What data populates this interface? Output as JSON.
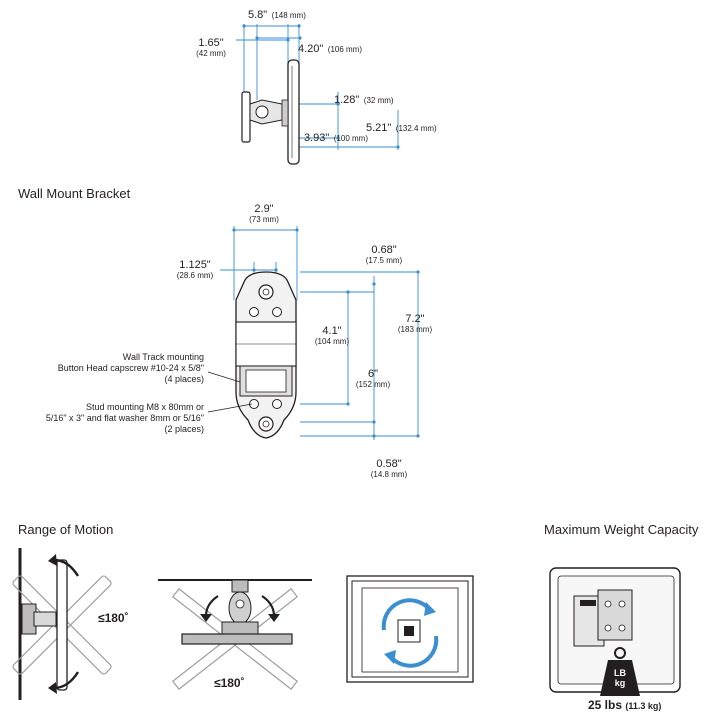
{
  "side_view": {
    "dims": [
      {
        "in": "5.8\"",
        "mm": "(148 mm)"
      },
      {
        "in": "1.65\"",
        "mm": "(42 mm)"
      },
      {
        "in": "4.20\"",
        "mm": "(106 mm)"
      },
      {
        "in": "1.28\"",
        "mm": "(32 mm)"
      },
      {
        "in": "5.21\"",
        "mm": "(132.4 mm)"
      },
      {
        "in": "3.93\"",
        "mm": "(100 mm)"
      }
    ]
  },
  "bracket": {
    "title": "Wall Mount Bracket",
    "dims": [
      {
        "in": "2.9\"",
        "mm": "(73 mm)"
      },
      {
        "in": "1.125\"",
        "mm": "(28.6 mm)"
      },
      {
        "in": "0.68\"",
        "mm": "(17.5 mm)"
      },
      {
        "in": "4.1\"",
        "mm": "(104 mm)"
      },
      {
        "in": "7.2\"",
        "mm": "(183 mm)"
      },
      {
        "in": "6\"",
        "mm": "(152 mm)"
      },
      {
        "in": "0.58\"",
        "mm": "(14.8 mm)"
      }
    ],
    "notes": [
      {
        "lines": [
          "Wall Track mounting",
          "Button Head capscrew #10-24 x 5/8\"",
          "(4 places)"
        ]
      },
      {
        "lines": [
          "Stud mounting M8 x 80mm or",
          "5/16\" x 3\" and flat washer 8mm or 5/16\"",
          "(2 places)"
        ]
      }
    ]
  },
  "motion": {
    "title": "Range of Motion",
    "tilt_label": "≤180˚",
    "pan_label": "≤180˚"
  },
  "weight": {
    "title": "Maximum Weight Capacity",
    "badge_top": "LB",
    "badge_bottom": "kg",
    "value": "25 lbs",
    "value_metric": "(11.3 kg)"
  }
}
